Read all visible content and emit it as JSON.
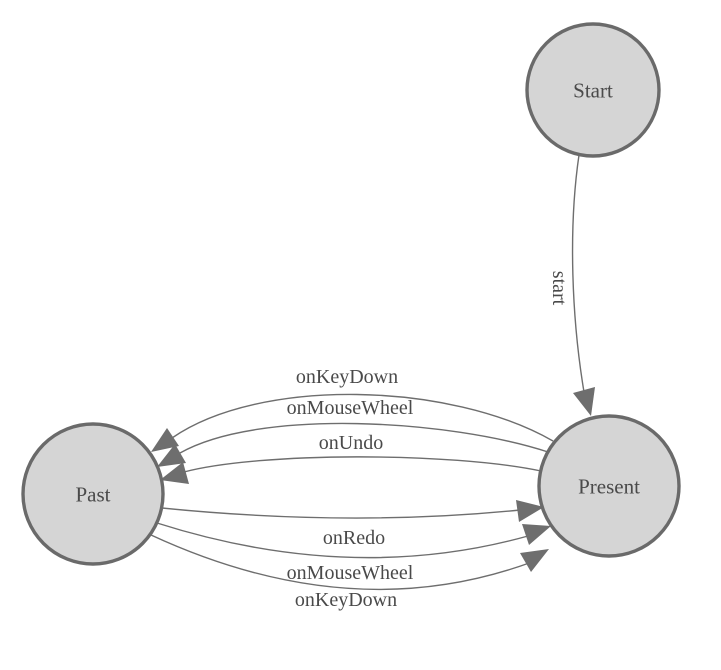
{
  "diagram": {
    "type": "state-machine",
    "background": "#ffffff",
    "colors": {
      "node_fill": "#d5d5d5",
      "node_stroke": "#6a6a6a",
      "edge_stroke": "#6e6e6e",
      "arrow_fill": "#6e6e6e",
      "text": "#4a4a4a"
    },
    "nodes": [
      {
        "id": "start",
        "label": "Start"
      },
      {
        "id": "present",
        "label": "Present"
      },
      {
        "id": "past",
        "label": "Past"
      }
    ],
    "edges": [
      {
        "from": "start",
        "to": "present",
        "label": "start",
        "label_rotated": true
      },
      {
        "from": "present",
        "to": "past",
        "label": "onKeyDown",
        "label_rotated": false
      },
      {
        "from": "present",
        "to": "past",
        "label": "onMouseWheel",
        "label_rotated": false
      },
      {
        "from": "present",
        "to": "past",
        "label": "onUndo",
        "label_rotated": false
      },
      {
        "from": "past",
        "to": "present",
        "label": "onRedo",
        "label_rotated": false
      },
      {
        "from": "past",
        "to": "present",
        "label": "onMouseWheel",
        "label_rotated": false
      },
      {
        "from": "past",
        "to": "present",
        "label": "onKeyDown",
        "label_rotated": false
      }
    ]
  }
}
